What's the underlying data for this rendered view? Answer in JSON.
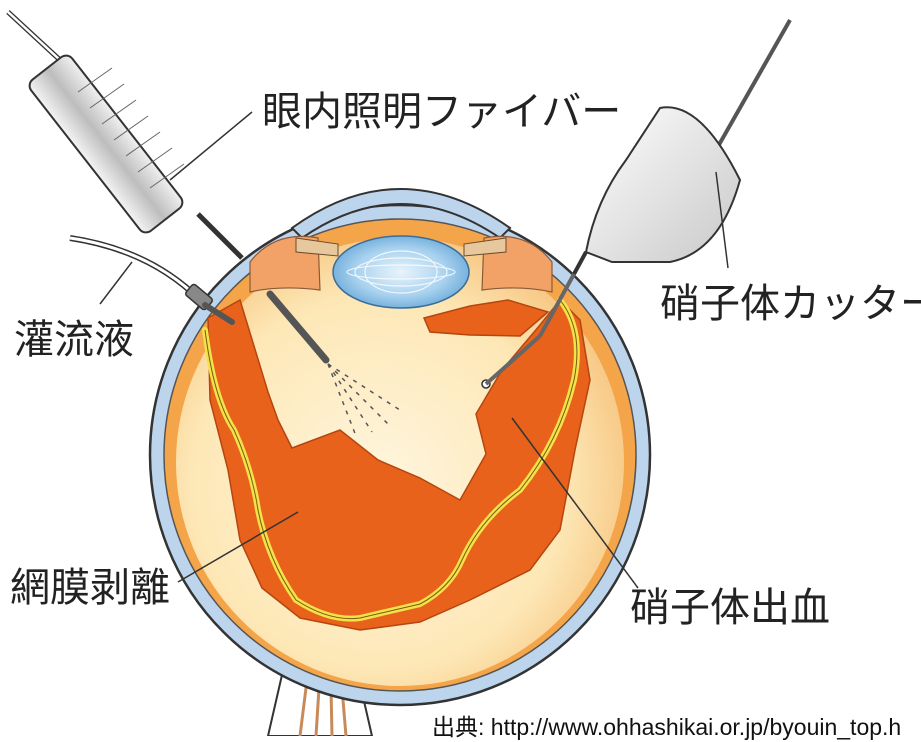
{
  "labels": {
    "fiber": "眼内照明ファイバー",
    "cutter": "硝子体カッター",
    "fluid": "灌流液",
    "detachment": "網膜剥離",
    "hemorrhage": "硝子体出血"
  },
  "source": {
    "prefix": "出典: ",
    "url": "http://www.ohhashikai.or.jp/byouin_top.h"
  },
  "colors": {
    "sclera": "#bcd4ec",
    "choroid": "#f4a54a",
    "vitreous": "#fde7b5",
    "hemorrhage": "#e8621c",
    "retina_line": "#f3e24a",
    "lens": "#8ec5e8"
  }
}
